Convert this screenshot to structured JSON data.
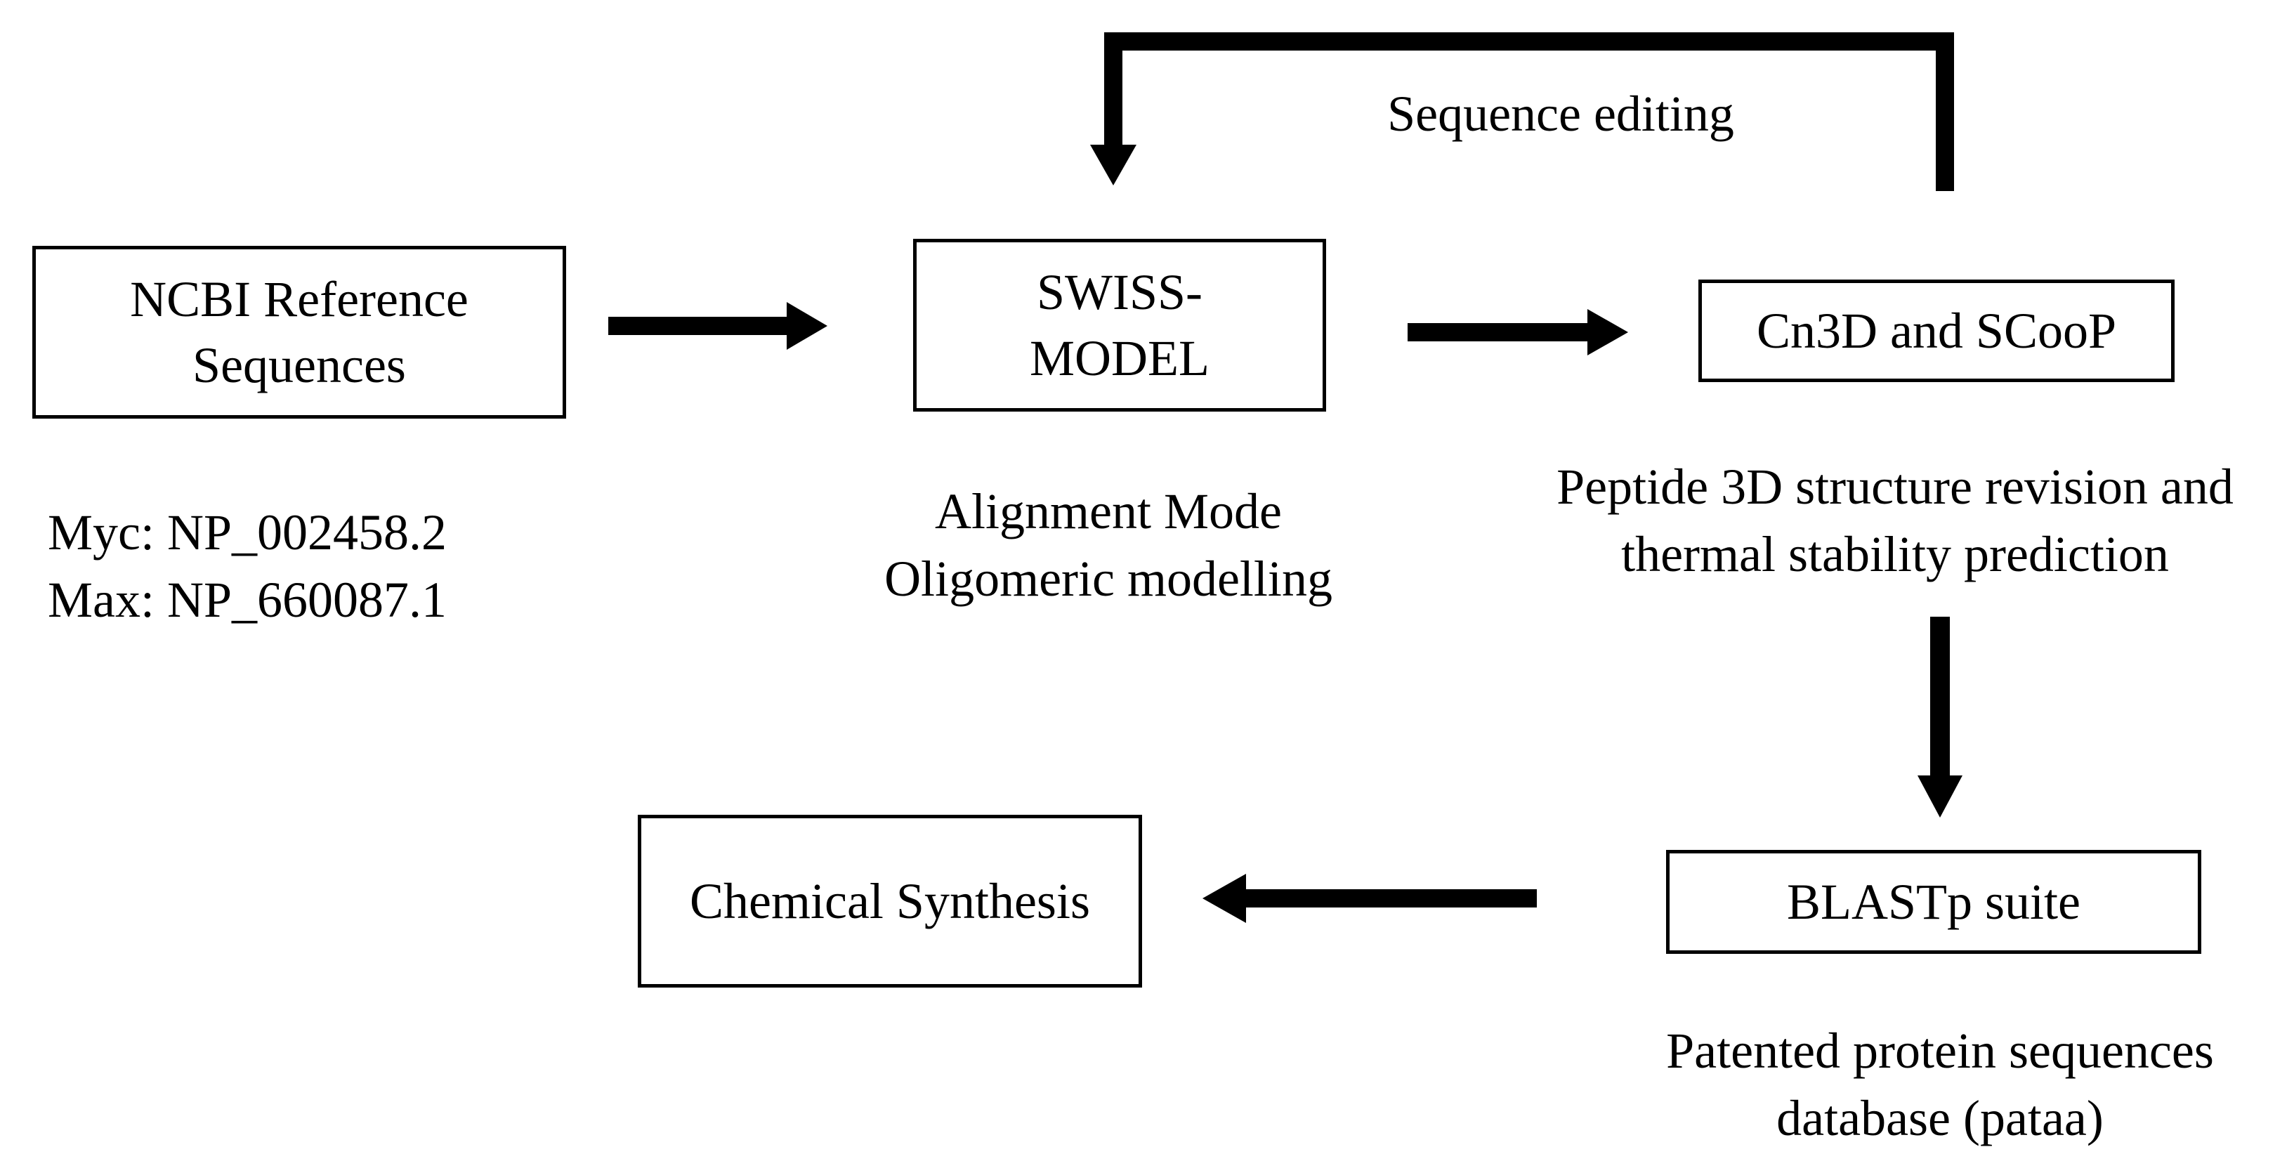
{
  "boxes": {
    "ncbi": {
      "lines": [
        "NCBI Reference",
        "Sequences"
      ]
    },
    "swiss": {
      "lines": [
        "SWISS-",
        "MODEL"
      ]
    },
    "cn3d": {
      "lines": [
        "Cn3D and SCooP"
      ]
    },
    "chemical": {
      "lines": [
        "Chemical Synthesis"
      ]
    },
    "blast": {
      "lines": [
        "BLASTp suite"
      ]
    }
  },
  "notes": {
    "sequence_editing": "Sequence editing",
    "ids": [
      "Myc: NP_002458.2",
      "Max: NP_660087.1"
    ],
    "alignment": [
      "Alignment Mode",
      "Oligomeric modelling"
    ],
    "peptide": [
      "Peptide 3D structure revision and",
      "thermal stability prediction"
    ],
    "patent": [
      "Patented protein sequences",
      "database (pataa)"
    ]
  },
  "colors": {
    "stroke": "#000000",
    "background": "#ffffff"
  }
}
